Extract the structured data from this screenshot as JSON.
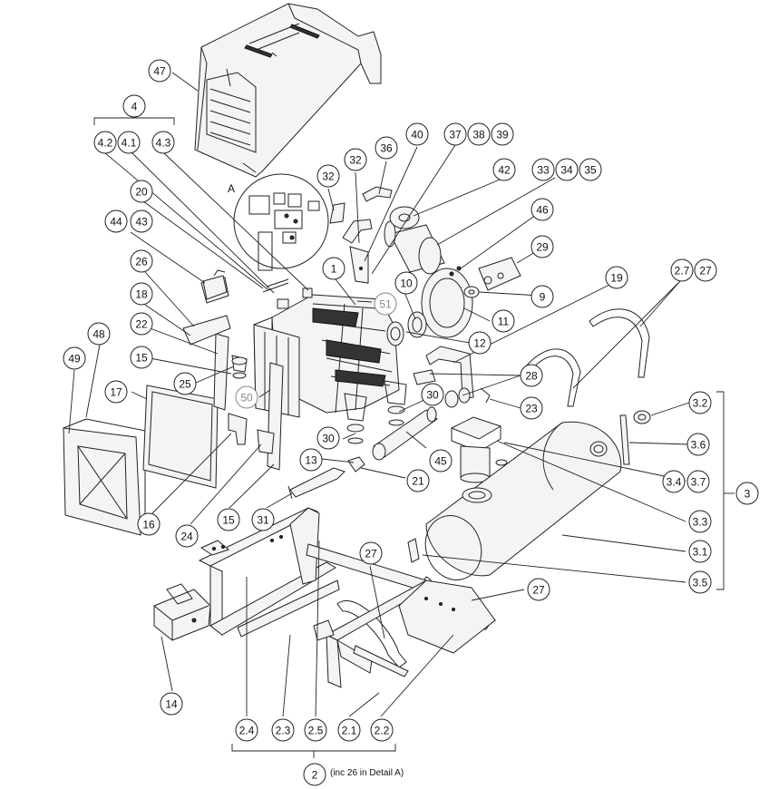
{
  "detail_label": "A",
  "footnote": "(inc 26 in Detail A)",
  "callouts": [
    {
      "id": "c47",
      "text": "47"
    },
    {
      "id": "c4",
      "text": "4"
    },
    {
      "id": "c4_2",
      "text": "4.2"
    },
    {
      "id": "c4_1",
      "text": "4.1"
    },
    {
      "id": "c4_3",
      "text": "4.3"
    },
    {
      "id": "c20",
      "text": "20"
    },
    {
      "id": "c44",
      "text": "44"
    },
    {
      "id": "c43",
      "text": "43"
    },
    {
      "id": "c26",
      "text": "26"
    },
    {
      "id": "c18",
      "text": "18"
    },
    {
      "id": "c22",
      "text": "22"
    },
    {
      "id": "c15a",
      "text": "15"
    },
    {
      "id": "c25",
      "text": "25"
    },
    {
      "id": "c48",
      "text": "48"
    },
    {
      "id": "c49",
      "text": "49"
    },
    {
      "id": "c17",
      "text": "17"
    },
    {
      "id": "c50",
      "text": "50"
    },
    {
      "id": "c16",
      "text": "16"
    },
    {
      "id": "c24",
      "text": "24"
    },
    {
      "id": "c15b",
      "text": "15"
    },
    {
      "id": "c31",
      "text": "31"
    },
    {
      "id": "c13",
      "text": "13"
    },
    {
      "id": "c30a",
      "text": "30"
    },
    {
      "id": "c30b",
      "text": "30"
    },
    {
      "id": "c21",
      "text": "21"
    },
    {
      "id": "c45",
      "text": "45"
    },
    {
      "id": "c1",
      "text": "1"
    },
    {
      "id": "c51",
      "text": "51"
    },
    {
      "id": "c32a",
      "text": "32"
    },
    {
      "id": "c32b",
      "text": "32"
    },
    {
      "id": "c36",
      "text": "36"
    },
    {
      "id": "c40",
      "text": "40"
    },
    {
      "id": "c37",
      "text": "37"
    },
    {
      "id": "c38",
      "text": "38"
    },
    {
      "id": "c39",
      "text": "39"
    },
    {
      "id": "c42",
      "text": "42"
    },
    {
      "id": "c33",
      "text": "33"
    },
    {
      "id": "c34",
      "text": "34"
    },
    {
      "id": "c35",
      "text": "35"
    },
    {
      "id": "c46",
      "text": "46"
    },
    {
      "id": "c29",
      "text": "29"
    },
    {
      "id": "c9",
      "text": "9"
    },
    {
      "id": "c10",
      "text": "10"
    },
    {
      "id": "c11",
      "text": "11"
    },
    {
      "id": "c12",
      "text": "12"
    },
    {
      "id": "c19",
      "text": "19"
    },
    {
      "id": "c2_7",
      "text": "2.7"
    },
    {
      "id": "c27a",
      "text": "27"
    },
    {
      "id": "c28",
      "text": "28"
    },
    {
      "id": "c23",
      "text": "23"
    },
    {
      "id": "c3_2",
      "text": "3.2"
    },
    {
      "id": "c3_6",
      "text": "3.6"
    },
    {
      "id": "c3_4",
      "text": "3.4"
    },
    {
      "id": "c3_7",
      "text": "3.7"
    },
    {
      "id": "c3",
      "text": "3"
    },
    {
      "id": "c3_3",
      "text": "3.3"
    },
    {
      "id": "c3_1",
      "text": "3.1"
    },
    {
      "id": "c3_5",
      "text": "3.5"
    },
    {
      "id": "c27b",
      "text": "27"
    },
    {
      "id": "c27c",
      "text": "27"
    },
    {
      "id": "c14",
      "text": "14"
    },
    {
      "id": "c2_4",
      "text": "2.4"
    },
    {
      "id": "c2_3",
      "text": "2.3"
    },
    {
      "id": "c2_5",
      "text": "2.5"
    },
    {
      "id": "c2_1",
      "text": "2.1"
    },
    {
      "id": "c2_2",
      "text": "2.2"
    },
    {
      "id": "c2",
      "text": "2"
    }
  ]
}
